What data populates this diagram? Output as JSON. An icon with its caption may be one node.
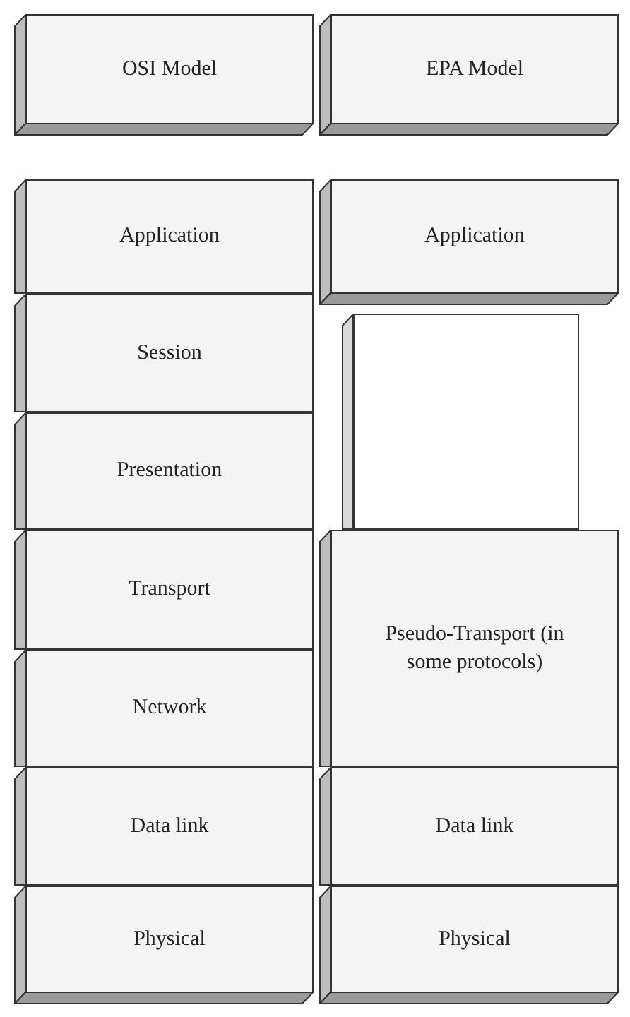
{
  "diagram": {
    "nodes": [
      {
        "text": [
          "OSI Model"
        ]
      },
      {
        "text": [
          "EPA Model"
        ]
      },
      {
        "text": [
          "Application"
        ]
      },
      {
        "text": [
          "Application"
        ]
      },
      {
        "text": [
          "Session"
        ]
      },
      {
        "text": [],
        "shape": "box"
      },
      {
        "text": [
          "Presentation"
        ]
      },
      {
        "text": [
          "Transport"
        ]
      },
      {
        "text": [
          "Pseudo-Transport (in some protocols)"
        ]
      },
      {
        "text": [
          "Network"
        ]
      },
      {
        "text": [
          "Data link"
        ]
      },
      {
        "text": [
          "Data link"
        ]
      },
      {
        "text": [
          "Physical"
        ]
      },
      {
        "text": [
          "Physical"
        ]
      }
    ],
    "edges": []
  }
}
